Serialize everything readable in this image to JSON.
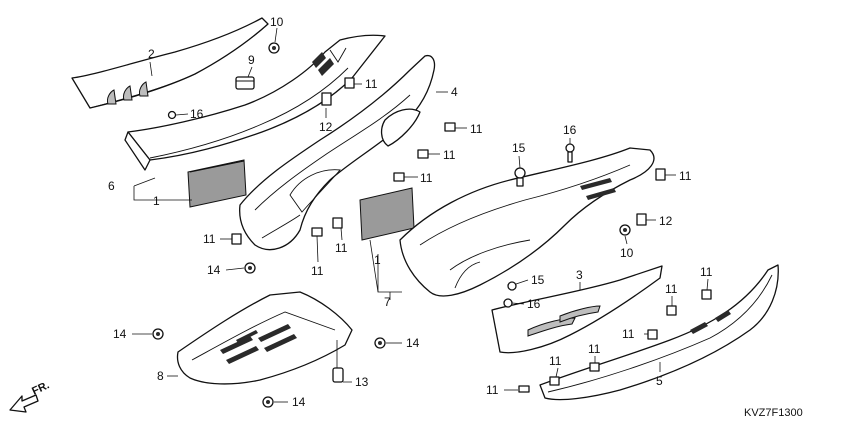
{
  "diagram_code": "KVZ7F1300",
  "direction_label": "FR.",
  "callouts": [
    {
      "id": "c2",
      "text": "2"
    },
    {
      "id": "c10a",
      "text": "10"
    },
    {
      "id": "c9",
      "text": "9"
    },
    {
      "id": "c11a",
      "text": "11"
    },
    {
      "id": "c4",
      "text": "4"
    },
    {
      "id": "c16a",
      "text": "16"
    },
    {
      "id": "c12a",
      "text": "12"
    },
    {
      "id": "c11b",
      "text": "11"
    },
    {
      "id": "c11c",
      "text": "11"
    },
    {
      "id": "c6",
      "text": "6"
    },
    {
      "id": "c1a",
      "text": "1"
    },
    {
      "id": "c11d",
      "text": "11"
    },
    {
      "id": "c16b",
      "text": "16"
    },
    {
      "id": "c15a",
      "text": "15"
    },
    {
      "id": "c11e",
      "text": "11"
    },
    {
      "id": "c12b",
      "text": "12"
    },
    {
      "id": "c11f",
      "text": "11"
    },
    {
      "id": "c11g",
      "text": "11"
    },
    {
      "id": "c11h",
      "text": "11"
    },
    {
      "id": "c10b",
      "text": "10"
    },
    {
      "id": "c14a",
      "text": "14"
    },
    {
      "id": "c1b",
      "text": "1"
    },
    {
      "id": "c3",
      "text": "3"
    },
    {
      "id": "c15b",
      "text": "15"
    },
    {
      "id": "c16c",
      "text": "16"
    },
    {
      "id": "c11i",
      "text": "11"
    },
    {
      "id": "c7",
      "text": "7"
    },
    {
      "id": "c11j",
      "text": "11"
    },
    {
      "id": "c14b",
      "text": "14"
    },
    {
      "id": "c14c",
      "text": "14"
    },
    {
      "id": "c11k",
      "text": "11"
    },
    {
      "id": "c8",
      "text": "8"
    },
    {
      "id": "c13",
      "text": "13"
    },
    {
      "id": "c11l",
      "text": "11"
    },
    {
      "id": "c11m",
      "text": "11"
    },
    {
      "id": "c11n",
      "text": "11"
    },
    {
      "id": "c5",
      "text": "5"
    },
    {
      "id": "c14d",
      "text": "14"
    }
  ]
}
